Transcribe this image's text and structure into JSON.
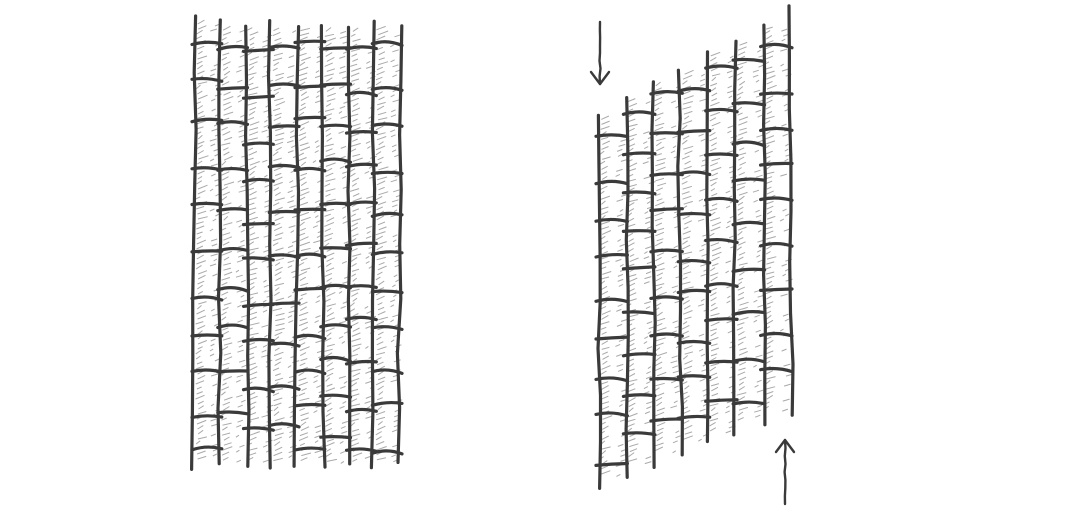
{
  "palette": {
    "ink": "#3a3a3a",
    "hatch": "#8c8c8c",
    "background": "#ffffff"
  },
  "diagrams": [
    {
      "name": "unsheared-cell-wall-stack",
      "state": "aligned",
      "columns": 8,
      "arrows": []
    },
    {
      "name": "sheared-cell-wall-stack",
      "state": "sheared",
      "columns": 7,
      "arrows": [
        {
          "name": "down-arrow-icon",
          "direction": "down",
          "side": "left"
        },
        {
          "name": "up-arrow-icon",
          "direction": "up",
          "side": "right"
        }
      ]
    }
  ]
}
